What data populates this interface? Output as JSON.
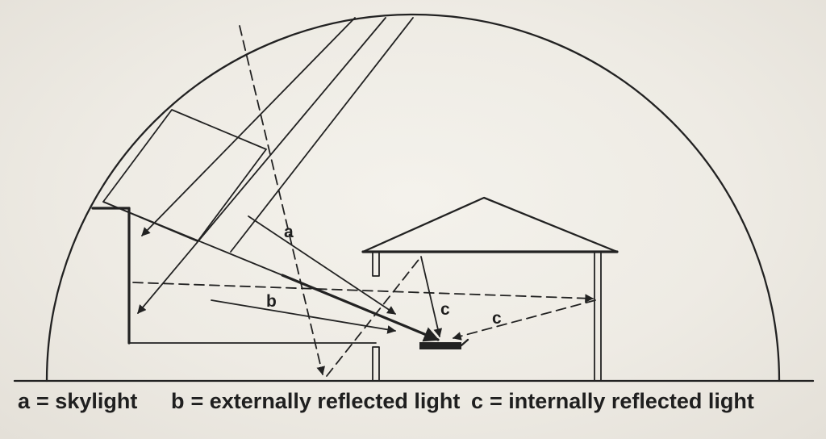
{
  "diagram": {
    "labels": {
      "a": "a",
      "b": "b",
      "c1": "c",
      "c2": "c"
    }
  },
  "caption": {
    "a": {
      "key": "a",
      "text": "= skylight"
    },
    "b": {
      "key": "b",
      "text": "= externally reflected light"
    },
    "c": {
      "key": "c",
      "text": "= internally reflected light"
    }
  },
  "colors": {
    "ink": "#1f1f1f",
    "paper": "#eeebe4"
  }
}
